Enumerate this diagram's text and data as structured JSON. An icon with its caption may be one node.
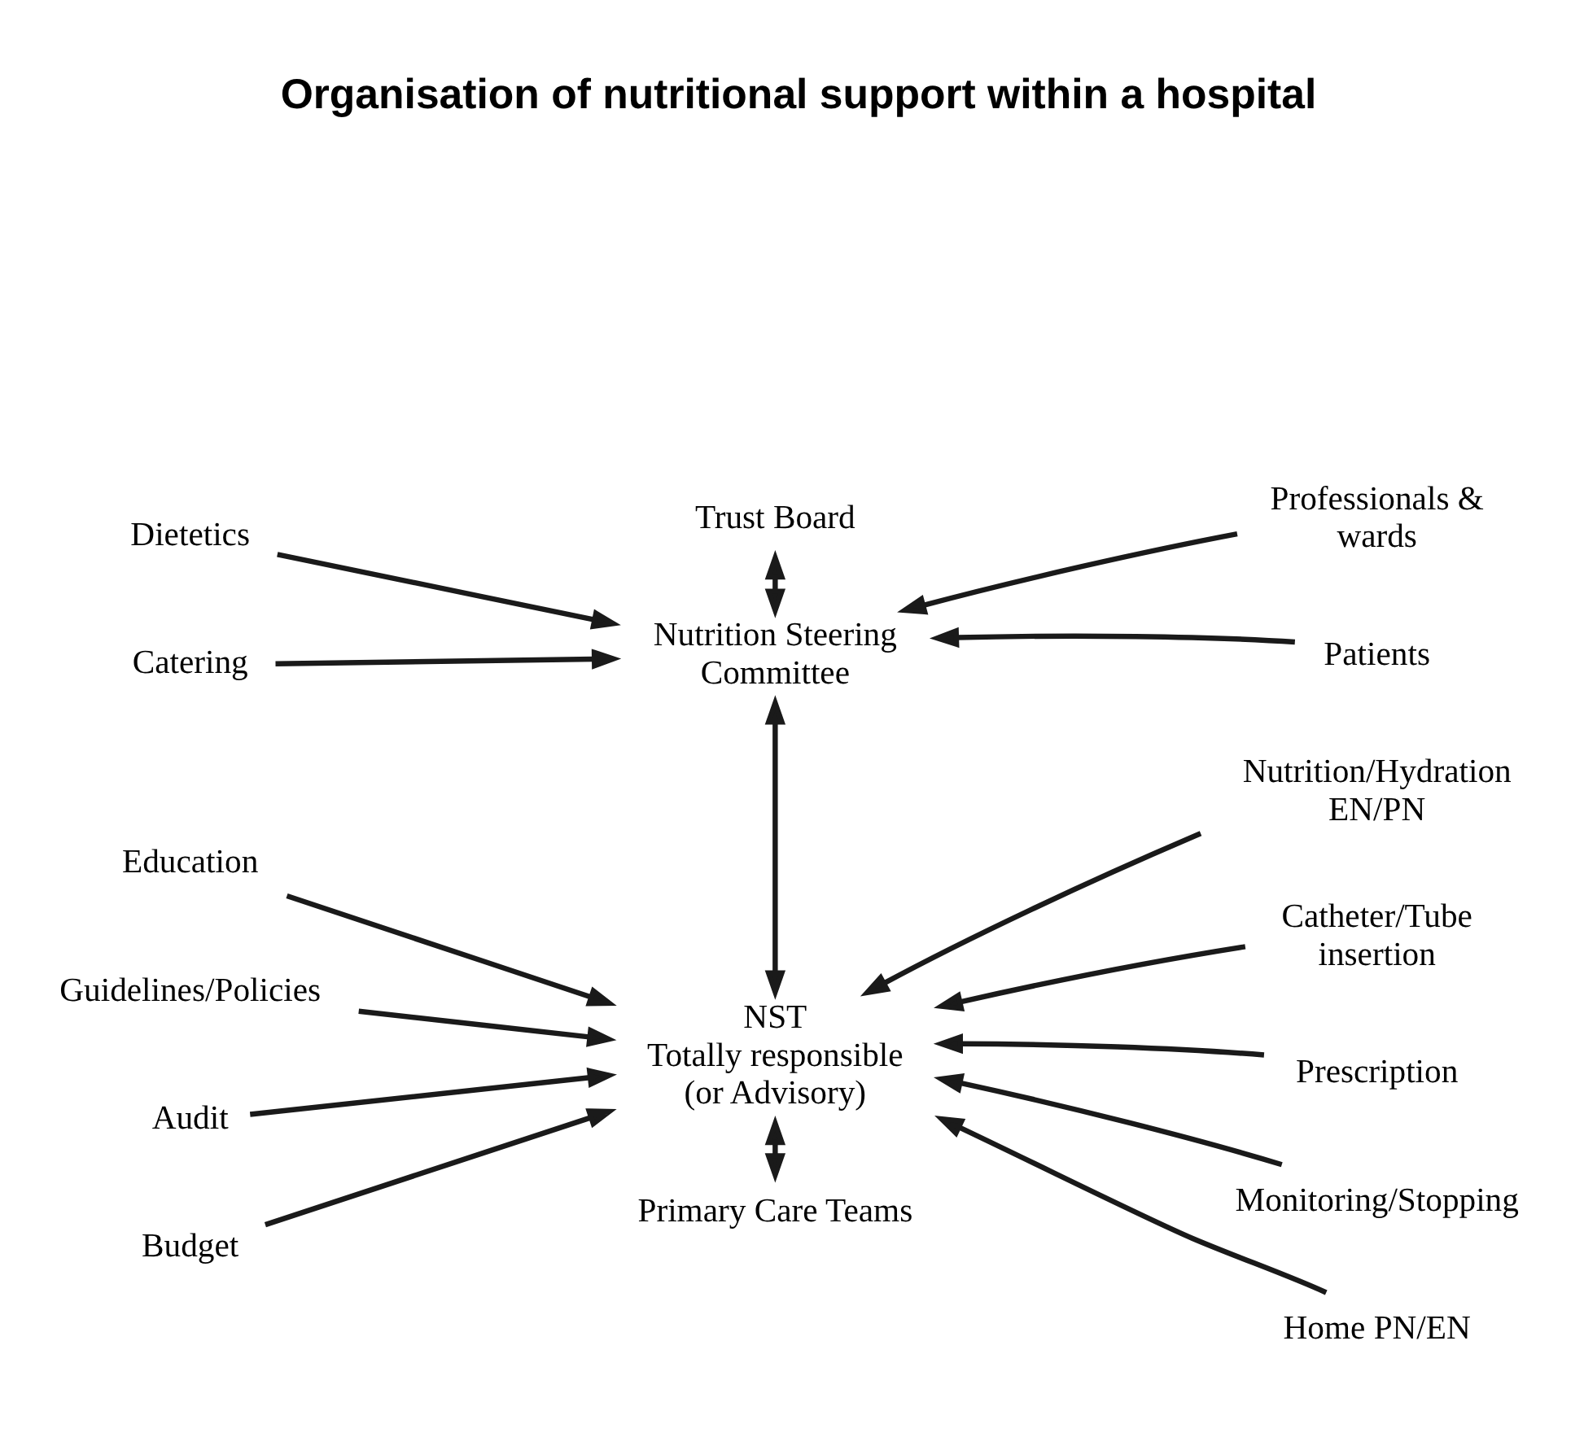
{
  "diagram": {
    "title": "Organisation of nutritional support within a hospital",
    "nodes": [
      {
        "text": [
          "Trust Board"
        ]
      },
      {
        "text": [
          "Nutrition Steering Committee"
        ]
      },
      {
        "text": [
          "Dietetics"
        ]
      },
      {
        "text": [
          "Catering"
        ]
      },
      {
        "text": [
          "Professionals & wards"
        ]
      },
      {
        "text": [
          "Patients"
        ]
      },
      {
        "text": [
          "NST",
          "Totally responsible (or Advisory)"
        ]
      },
      {
        "text": [
          "Education"
        ]
      },
      {
        "text": [
          "Guidelines/Policies"
        ]
      },
      {
        "text": [
          "Audit"
        ]
      },
      {
        "text": [
          "Budget"
        ]
      },
      {
        "text": [
          "Nutrition/Hydration EN/PN"
        ]
      },
      {
        "text": [
          "Catheter/Tube insertion"
        ]
      },
      {
        "text": [
          "Prescription"
        ]
      },
      {
        "text": [
          "Monitoring/Stopping"
        ]
      },
      {
        "text": [
          "Home PN/EN"
        ]
      },
      {
        "text": [
          "Primary Care Teams"
        ]
      }
    ],
    "edges": [
      {
        "from": 0,
        "to": 1,
        "arrow": "both"
      },
      {
        "from": 2,
        "to": 1,
        "arrow": "to"
      },
      {
        "from": 3,
        "to": 1,
        "arrow": "to"
      },
      {
        "from": 4,
        "to": 1,
        "arrow": "to"
      },
      {
        "from": 5,
        "to": 1,
        "arrow": "to"
      },
      {
        "from": 1,
        "to": 6,
        "arrow": "both"
      },
      {
        "from": 7,
        "to": 6,
        "arrow": "to"
      },
      {
        "from": 8,
        "to": 6,
        "arrow": "to"
      },
      {
        "from": 9,
        "to": 6,
        "arrow": "to"
      },
      {
        "from": 10,
        "to": 6,
        "arrow": "to"
      },
      {
        "from": 11,
        "to": 6,
        "arrow": "to"
      },
      {
        "from": 12,
        "to": 6,
        "arrow": "to"
      },
      {
        "from": 13,
        "to": 6,
        "arrow": "to"
      },
      {
        "from": 14,
        "to": 6,
        "arrow": "to"
      },
      {
        "from": 15,
        "to": 6,
        "arrow": "to"
      },
      {
        "from": 6,
        "to": 16,
        "arrow": "both"
      }
    ]
  }
}
